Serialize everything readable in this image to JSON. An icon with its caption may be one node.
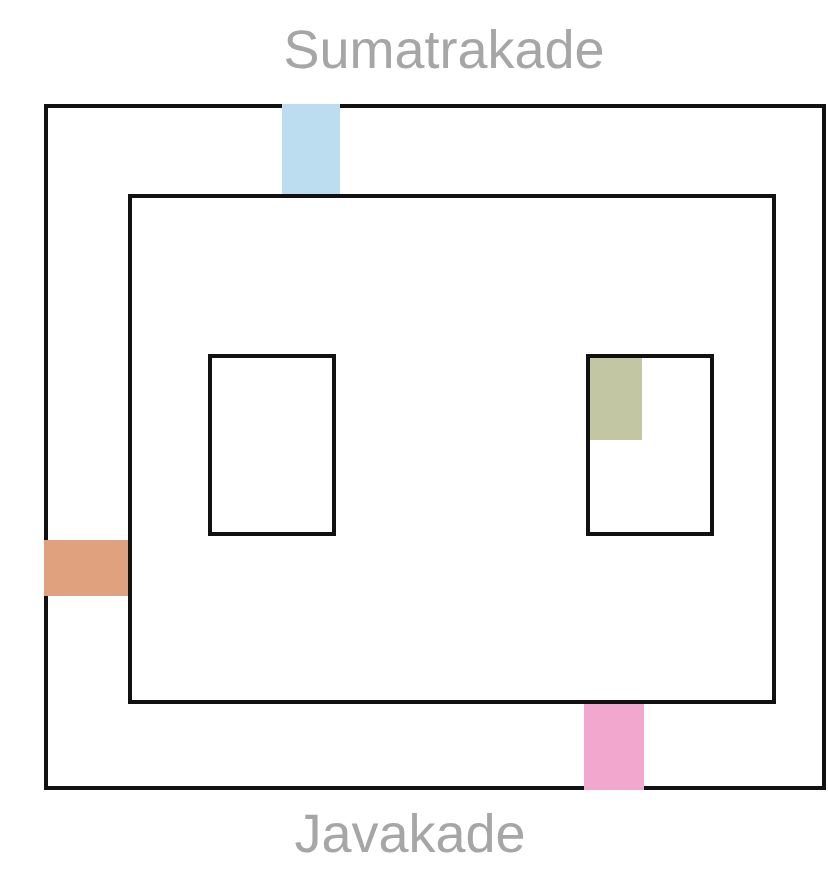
{
  "diagram": {
    "nodes": [
      {
        "text": [],
        "shape": "box"
      },
      {
        "text": [],
        "shape": "box",
        "in": 0
      },
      {
        "text": [],
        "shape": "box",
        "in": 1
      },
      {
        "text": [],
        "shape": "box",
        "in": 1
      }
    ],
    "labels": [
      "Sumatrakade",
      "Javakade"
    ]
  }
}
